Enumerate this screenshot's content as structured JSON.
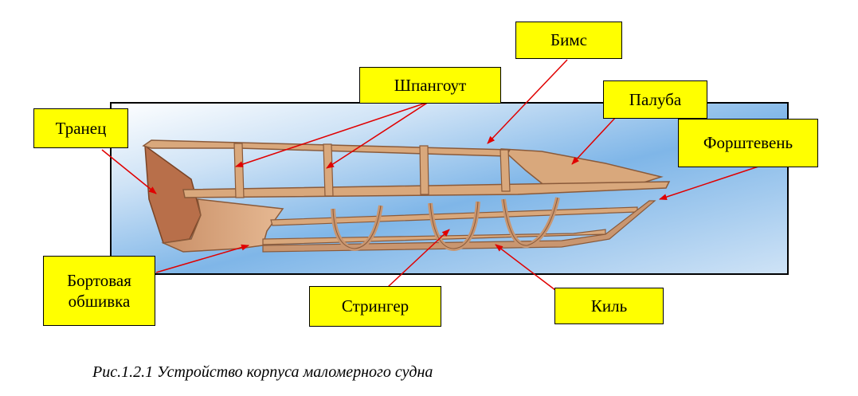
{
  "labels": {
    "beam": "Бимс",
    "frame": "Шпангоут",
    "deck": "Палуба",
    "transom": "Транец",
    "stem": "Форштевень",
    "side_plating_line1": "Бортовая",
    "side_plating_line2": "обшивка",
    "stringer": "Стрингер",
    "keel": "Киль"
  },
  "caption": "Рис.1.2.1 Устройство корпуса маломерного судна",
  "colors": {
    "label_fill": "#ffff00",
    "arrow": "#e00000",
    "wood": "#d9a87c",
    "water": "#9ec8ee"
  }
}
